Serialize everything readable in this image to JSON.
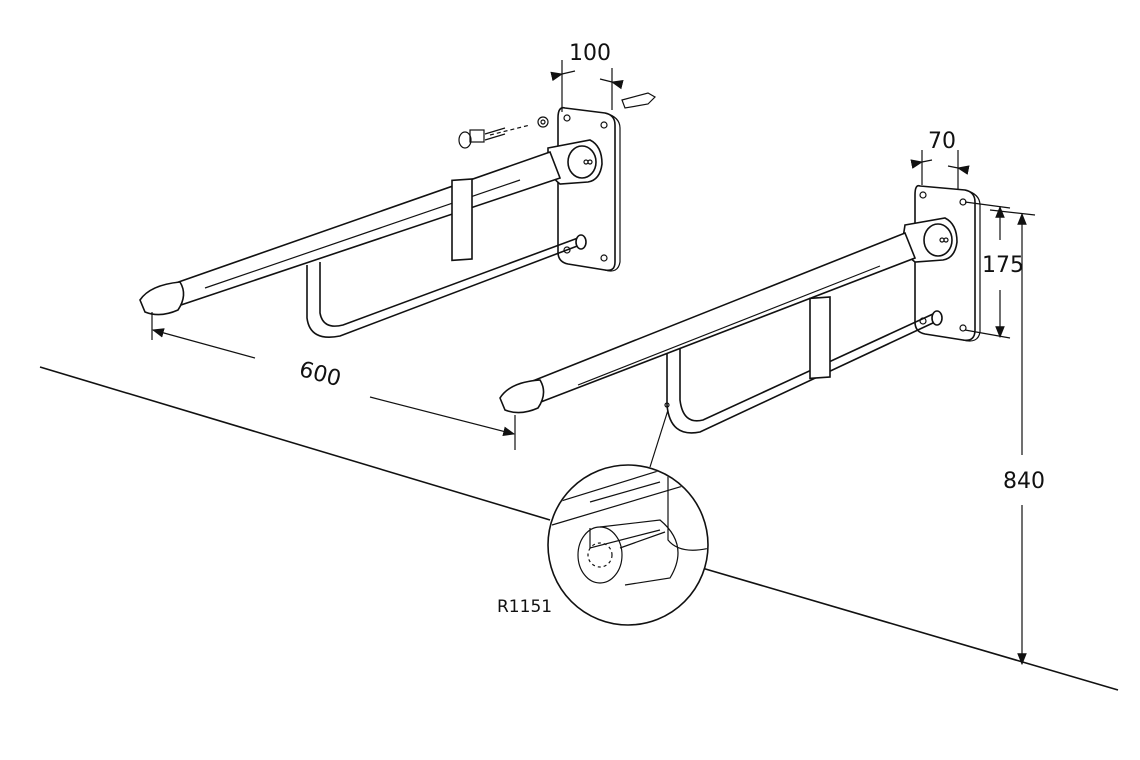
{
  "drawing": {
    "dimensions": {
      "width_bracket_left": "100",
      "width_bracket_right": "70",
      "plate_height": "175",
      "mount_height": "840",
      "rail_length": "600"
    },
    "detail_label": "R1151"
  }
}
